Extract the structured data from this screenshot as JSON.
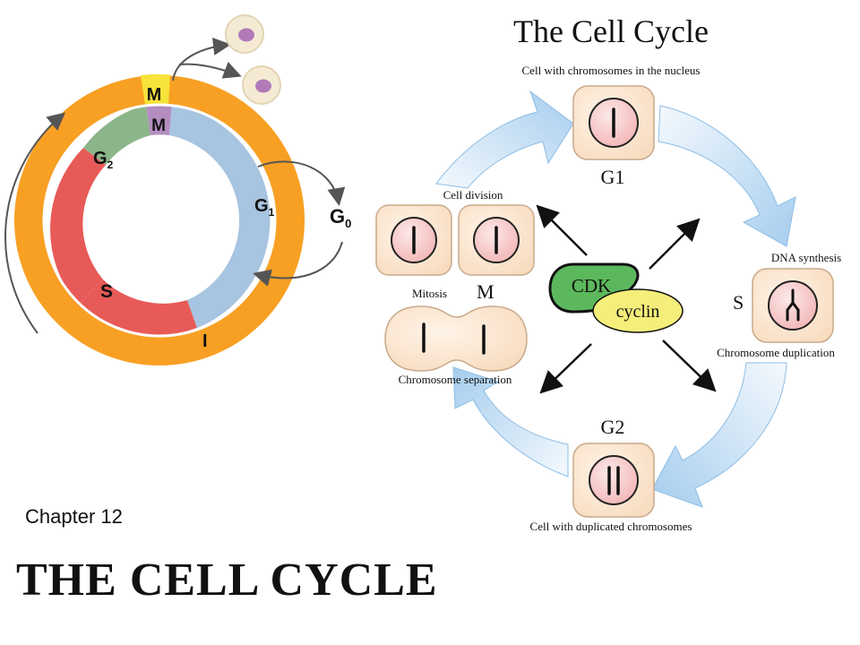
{
  "slide": {
    "chapter": "Chapter 12",
    "title": "THE CELL CYCLE"
  },
  "left_wheel": {
    "outer_labels": {
      "m": "M",
      "i": "I"
    },
    "inner_labels": {
      "m": "M",
      "g2_main": "G",
      "g2_sub": "2",
      "g1_main": "G",
      "g1_sub": "1",
      "s": "S"
    },
    "g0_main": "G",
    "g0_sub": "0",
    "colors": {
      "outer_ring": "#f8a024",
      "m_outer": "#f7e33a",
      "m_inner": "#b48dc0",
      "g2": "#8cb58a",
      "s": "#e85a57",
      "g1": "#a7c4e0"
    }
  },
  "right_diagram": {
    "title": "The Cell Cycle",
    "top_caption": "Cell with chromosomes in the nucleus",
    "g1": "G1",
    "dna_synthesis": "DNA synthesis",
    "s": "S",
    "chromosome_duplication": "Chromosome duplication",
    "g2": "G2",
    "bottom_caption": "Cell with duplicated chromosomes",
    "chromosome_separation": "Chromosome separation",
    "mitosis": "Mitosis",
    "m": "M",
    "cell_division": "Cell division",
    "cdk": "CDK",
    "cyclin": "cyclin",
    "colors": {
      "arrow_light": "#eef6fc",
      "arrow_dark": "#a9cfee",
      "cell_fill": "#fbe3c9",
      "nucleus_fill": "#f6c9c9",
      "cdk_fill": "#5cb85c",
      "cyclin_fill": "#f5ee7a"
    }
  }
}
